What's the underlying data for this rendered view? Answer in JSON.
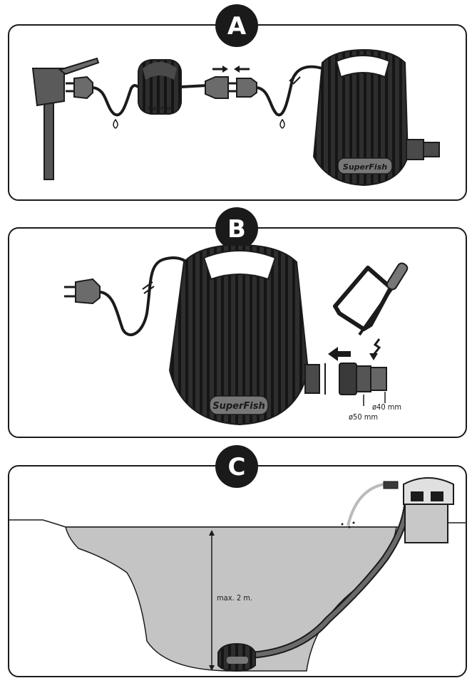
{
  "panels": [
    {
      "id": "A",
      "badge": "A"
    },
    {
      "id": "B",
      "badge": "B"
    },
    {
      "id": "C",
      "badge": "C"
    }
  ],
  "pump": {
    "brand": "SuperFish"
  },
  "adapter": {
    "diameter_large": "ø50 mm",
    "diameter_small": "ø40 mm"
  },
  "pond": {
    "depth_label": "max. 2 m."
  },
  "colors": {
    "pump_body": "#2e2e2e",
    "pump_ribs": "#151515",
    "water": "#c4c4c4",
    "outline": "#1b1b1b",
    "panel_border": "#1b1b1b"
  },
  "icons": [
    "wall-socket-icon",
    "plug-icon",
    "transformer-icon",
    "connector-icon",
    "hacksaw-icon",
    "arrow-left-icon",
    "water-drop-icon",
    "filter-icon"
  ]
}
